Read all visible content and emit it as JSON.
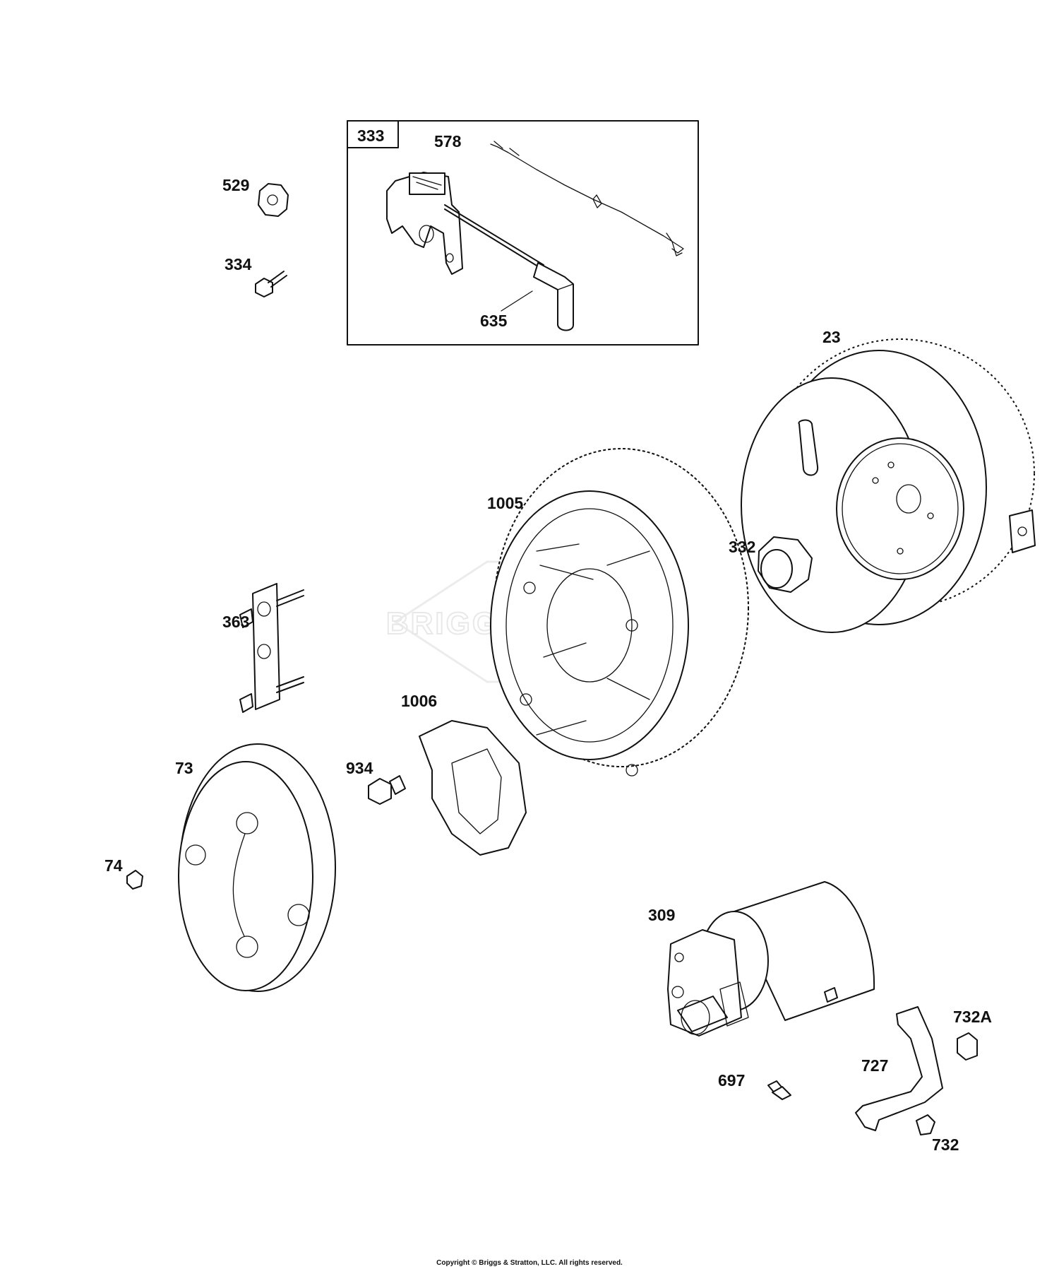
{
  "watermark": "BRIGGS & STRATTON",
  "copyright": "Copyright © Briggs & Stratton, LLC. All rights reserved.",
  "callouts": {
    "p333": "333",
    "p578": "578",
    "p529": "529",
    "p334": "334",
    "p635": "635",
    "p23": "23",
    "p1005": "1005",
    "p332": "332",
    "p363": "363",
    "p1006": "1006",
    "p73": "73",
    "p934": "934",
    "p74": "74",
    "p309": "309",
    "p732A": "732A",
    "p727": "727",
    "p697": "697",
    "p732": "732"
  }
}
